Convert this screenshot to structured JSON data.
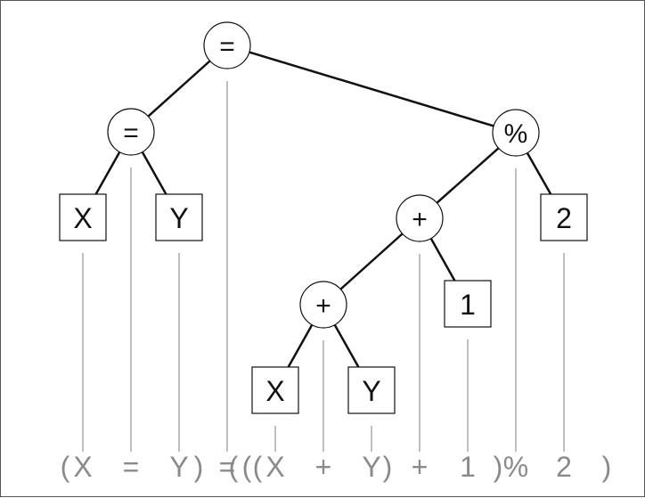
{
  "diagram": {
    "nodes": [
      {
        "id": "eq_root",
        "shape": "circle",
        "label": "="
      },
      {
        "id": "eq_left",
        "shape": "circle",
        "label": "="
      },
      {
        "id": "mod",
        "shape": "circle",
        "label": "%"
      },
      {
        "id": "x1",
        "shape": "box",
        "label": "X"
      },
      {
        "id": "y1",
        "shape": "box",
        "label": "Y"
      },
      {
        "id": "plus_outer",
        "shape": "circle",
        "label": "+"
      },
      {
        "id": "two",
        "shape": "box",
        "label": "2"
      },
      {
        "id": "plus_inner",
        "shape": "circle",
        "label": "+"
      },
      {
        "id": "one",
        "shape": "box",
        "label": "1"
      },
      {
        "id": "x2",
        "shape": "box",
        "label": "X"
      },
      {
        "id": "y2",
        "shape": "box",
        "label": "Y"
      }
    ],
    "edges": [
      [
        "eq_root",
        "eq_left"
      ],
      [
        "eq_root",
        "mod"
      ],
      [
        "eq_left",
        "x1"
      ],
      [
        "eq_left",
        "y1"
      ],
      [
        "mod",
        "plus_outer"
      ],
      [
        "mod",
        "two"
      ],
      [
        "plus_outer",
        "plus_inner"
      ],
      [
        "plus_outer",
        "one"
      ],
      [
        "plus_inner",
        "x2"
      ],
      [
        "plus_inner",
        "y2"
      ]
    ],
    "expression_tokens": [
      "(",
      "X",
      "=",
      "Y",
      ")",
      "=",
      "(",
      "(",
      "(",
      "X",
      "+",
      "Y",
      ")",
      "+",
      "1",
      ")",
      "%",
      "2",
      ")"
    ],
    "colors": {
      "tree_line": "#111111",
      "guide_line": "#aaaaaa",
      "expression_text": "#8a8a8a"
    }
  }
}
